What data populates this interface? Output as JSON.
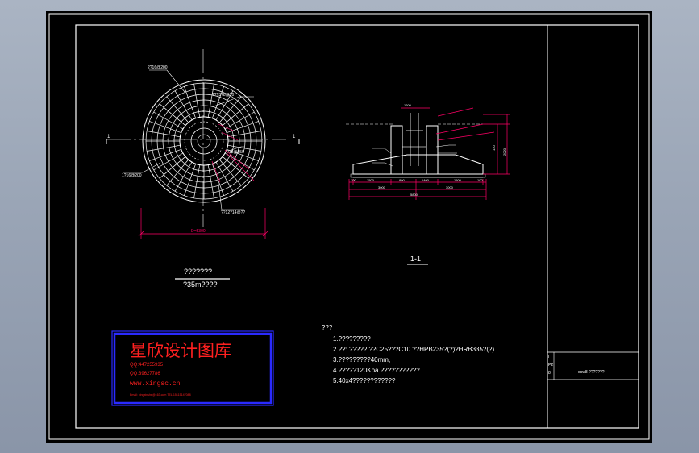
{
  "plan": {
    "label_top": "2?16@200",
    "label_right1": "???3?8@?0",
    "label_right2": "?16@150",
    "label_left": "1?16@200",
    "label_bottom": "??12?14@??",
    "section_mark_left": "1",
    "section_mark_right": "1",
    "dim_diameter": "D=5300",
    "title": "???????",
    "subtitle": "?35m????"
  },
  "section": {
    "title": "1-1",
    "dims_bottom_row1": [
      "100",
      "1500",
      "800",
      "1400",
      "1500",
      "100"
    ],
    "dims_bottom_row2": [
      "3000",
      "3000"
    ],
    "dim_bottom_total": "5800",
    "dims_right": [
      "120",
      "2020"
    ],
    "dim_top": "1200"
  },
  "notes": {
    "heading": "???",
    "items": [
      "1.?????????",
      "2.??:.?????  ??C25???C10.??HPB235?(?)?HRB335?(?).",
      "3.?????????40mm,",
      "4.?????120Kpa.???????????",
      "5.40x4????????????"
    ]
  },
  "watermark": {
    "title": "星欣设计图库",
    "qq1": "QQ:447255935",
    "qq2": "QQ:39627786",
    "url": "www.xingsc.cn",
    "footer": "Email: xingxinshe@163.com  TEL:15115147088"
  },
  "title_block": {
    "row1": "I",
    "row2": "P2",
    "row3": "8",
    "drawing_name": "dcw8 ???????"
  },
  "colors": {
    "background": "#000000",
    "frame": "#ffffff",
    "dimension": "#ff0066",
    "note_text": "#ffffff",
    "watermark_blue": "#2a2aff",
    "watermark_red": "#ff2020"
  }
}
